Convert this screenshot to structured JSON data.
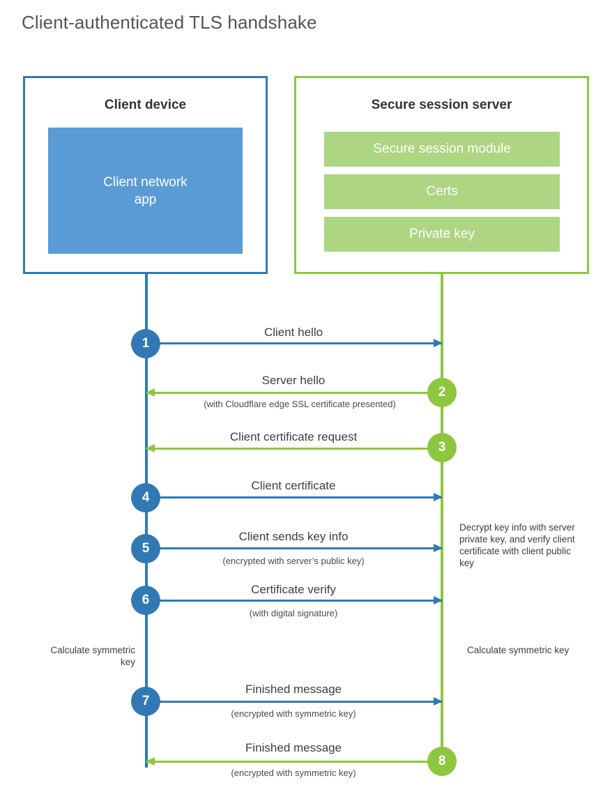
{
  "title": "Client-authenticated TLS handshake",
  "colors": {
    "client_blue": "#3079b5",
    "client_app_fill": "#5b9bd5",
    "server_green": "#8dc63f",
    "server_bar_fill": "#aed581",
    "title_text": "#545454",
    "body_text": "#3d3d3d",
    "background": "#ffffff"
  },
  "client": {
    "title": "Client device",
    "app_label": "Client network app"
  },
  "server": {
    "title": "Secure session server",
    "bars": [
      {
        "label": "Secure session module"
      },
      {
        "label": "Certs"
      },
      {
        "label": "Private key"
      }
    ]
  },
  "steps": [
    {
      "number": "1",
      "actor": "client",
      "direction": "client-to-server",
      "label": "Client hello",
      "sublabel": ""
    },
    {
      "number": "2",
      "actor": "server",
      "direction": "server-to-client",
      "label": "Server hello",
      "sublabel": "(with Cloudflare edge SSL certificate presented)"
    },
    {
      "number": "3",
      "actor": "server",
      "direction": "server-to-client",
      "label": "Client certificate request",
      "sublabel": ""
    },
    {
      "number": "4",
      "actor": "client",
      "direction": "client-to-server",
      "label": "Client certificate",
      "sublabel": ""
    },
    {
      "number": "5",
      "actor": "client",
      "direction": "client-to-server",
      "label": "Client sends key info",
      "sublabel": "(encrypted with server’s public key)"
    },
    {
      "number": "6",
      "actor": "client",
      "direction": "client-to-server",
      "label": "Certificate verify",
      "sublabel": "(with digital signature)"
    },
    {
      "number": "7",
      "actor": "client",
      "direction": "client-to-server",
      "label": "Finished message",
      "sublabel": "(encrypted with symmetric key)"
    },
    {
      "number": "8",
      "actor": "server",
      "direction": "server-to-client",
      "label": "Finished message",
      "sublabel": "(encrypted with symmetric key)"
    }
  ],
  "notes": {
    "decrypt_verify": "Decrypt key info with server private key, and verify client certificate with client public key",
    "client_calculate": "Calculate symmetric key",
    "server_calculate": "Calculate symmetric key"
  }
}
